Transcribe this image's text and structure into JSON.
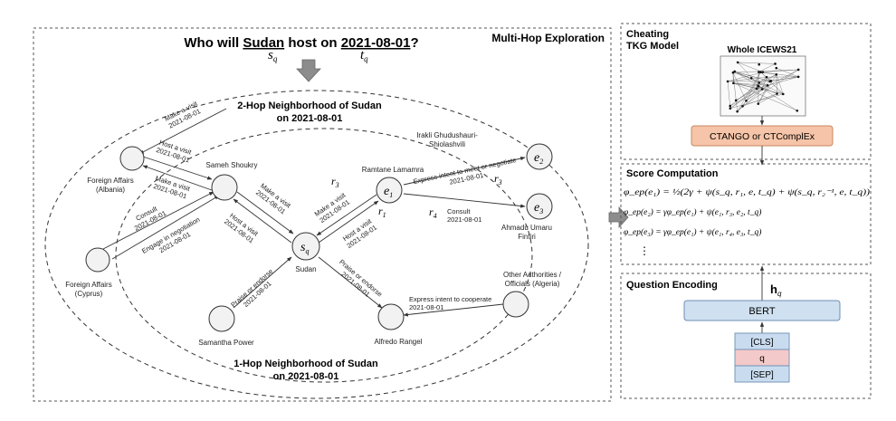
{
  "left_panel": {
    "title": "Multi-Hop Exploration",
    "question": {
      "prefix": "Who will ",
      "subject": "Sudan",
      "middle": " host on ",
      "time": "2021-08-01",
      "suffix": "?",
      "subject_symbol": "s",
      "subject_symbol_sub": "q",
      "time_symbol": "t",
      "time_symbol_sub": "q"
    },
    "two_hop_label": [
      "2-Hop Neighborhood of Sudan",
      "on 2021-08-01"
    ],
    "one_hop_label": [
      "1-Hop Neighborhood of Sudan",
      "on 2021-08-01"
    ],
    "nodes": {
      "foreign_albania": "Foreign Affairs (Albania)",
      "foreign_albania_lines": [
        "Foreign Affairs",
        "(Albania)"
      ],
      "foreign_cyprus_lines": [
        "Foreign Affairs",
        "(Cyprus)"
      ],
      "sameh": "Sameh Shoukry",
      "ramtane": "Ramtane Lamamra",
      "irakli_lines": [
        "Irakli Ghudushauri-",
        "Shiolashvili"
      ],
      "ahmadu_lines": [
        "Ahmadu Umaru",
        "Fintiri"
      ],
      "sudan": "Sudan",
      "samantha": "Samantha Power",
      "alfredo": "Alfredo Rangel",
      "other_auth_lines": [
        "Other Authorities /",
        "Officials (Algeria)"
      ],
      "sq_symbol": "s",
      "sq_sub": "q",
      "e1": "e",
      "e1_sub": "1",
      "e2": "e",
      "e2_sub": "2",
      "e3": "e",
      "e3_sub": "3"
    },
    "edges": {
      "make_visit_top": [
        "Make a visit",
        "2021-08-01"
      ],
      "host_visit_left": [
        "Host a visit",
        "2021-08-01"
      ],
      "make_visit_left": [
        "Make a visit",
        "2021-08-01"
      ],
      "consult_left": [
        "Consult",
        "2021-08-01"
      ],
      "engage": [
        "Engage in negotiation",
        "2021-08-01"
      ],
      "make_visit_sameh_sudan": [
        "Make a visit",
        "2021-08-01"
      ],
      "host_visit_sudan_sameh": [
        "Host a visit",
        "2021-08-01"
      ],
      "make_visit_r3": [
        "Make a visit",
        "2021-08-01"
      ],
      "host_visit_r1": [
        "Host a visit",
        "2021-08-01"
      ],
      "express_meet": [
        "Express intent to meet or negotiate",
        "2021-08-01"
      ],
      "consult_right": [
        "Consult",
        "2021-08-01"
      ],
      "praise_left": [
        "Praise or endorse",
        "2021-08-01"
      ],
      "praise_right": [
        "Praise or endorse",
        "2021-08-01"
      ],
      "express_coop": [
        "Express intent to cooperate",
        "2021-08-01"
      ],
      "r3": "r",
      "r3_sub": "3",
      "r1": "r",
      "r1_sub": "1",
      "r3b": "r",
      "r3b_sub": "3",
      "r4": "r",
      "r4_sub": "4"
    }
  },
  "right_panel": {
    "cheating": {
      "title_lines": [
        "Cheating",
        "TKG Model"
      ],
      "graph_label": "Whole ICEWS21",
      "model_box": "CTANGO or CTComplEx"
    },
    "score": {
      "title": "Score Computation",
      "eq1": "φ_ep(e₁) = ½(2γ + ψ(s_q, r₁, e, t_q) + ψ(s_q, r₂⁻¹, e, t_q))",
      "eq2": "φ_ep(e₂) = γφ_ep(e₁) + ψ(e₁, r₃, e₂, t_q)",
      "eq3": "φ_ep(e₃) = γφ_ep(e₁) + ψ(e₁, r₄, e₃, t_q)",
      "ellipsis": "⋮"
    },
    "question_encoding": {
      "title": "Question Encoding",
      "h_symbol": "h",
      "h_sub": "q",
      "model": "BERT",
      "tokens": [
        "[CLS]",
        "q",
        "[SEP]"
      ]
    }
  },
  "colors": {
    "border": "#555555",
    "node_fill": "#f2f2f2",
    "arrow": "#888888",
    "model_orange": "#f6c4a8",
    "model_orange_border": "#c8875f",
    "bert_blue": "#cfe0f0",
    "bert_border": "#6d8fb3",
    "token_blue": "#c9dcef",
    "token_pink": "#f4c9c9"
  }
}
